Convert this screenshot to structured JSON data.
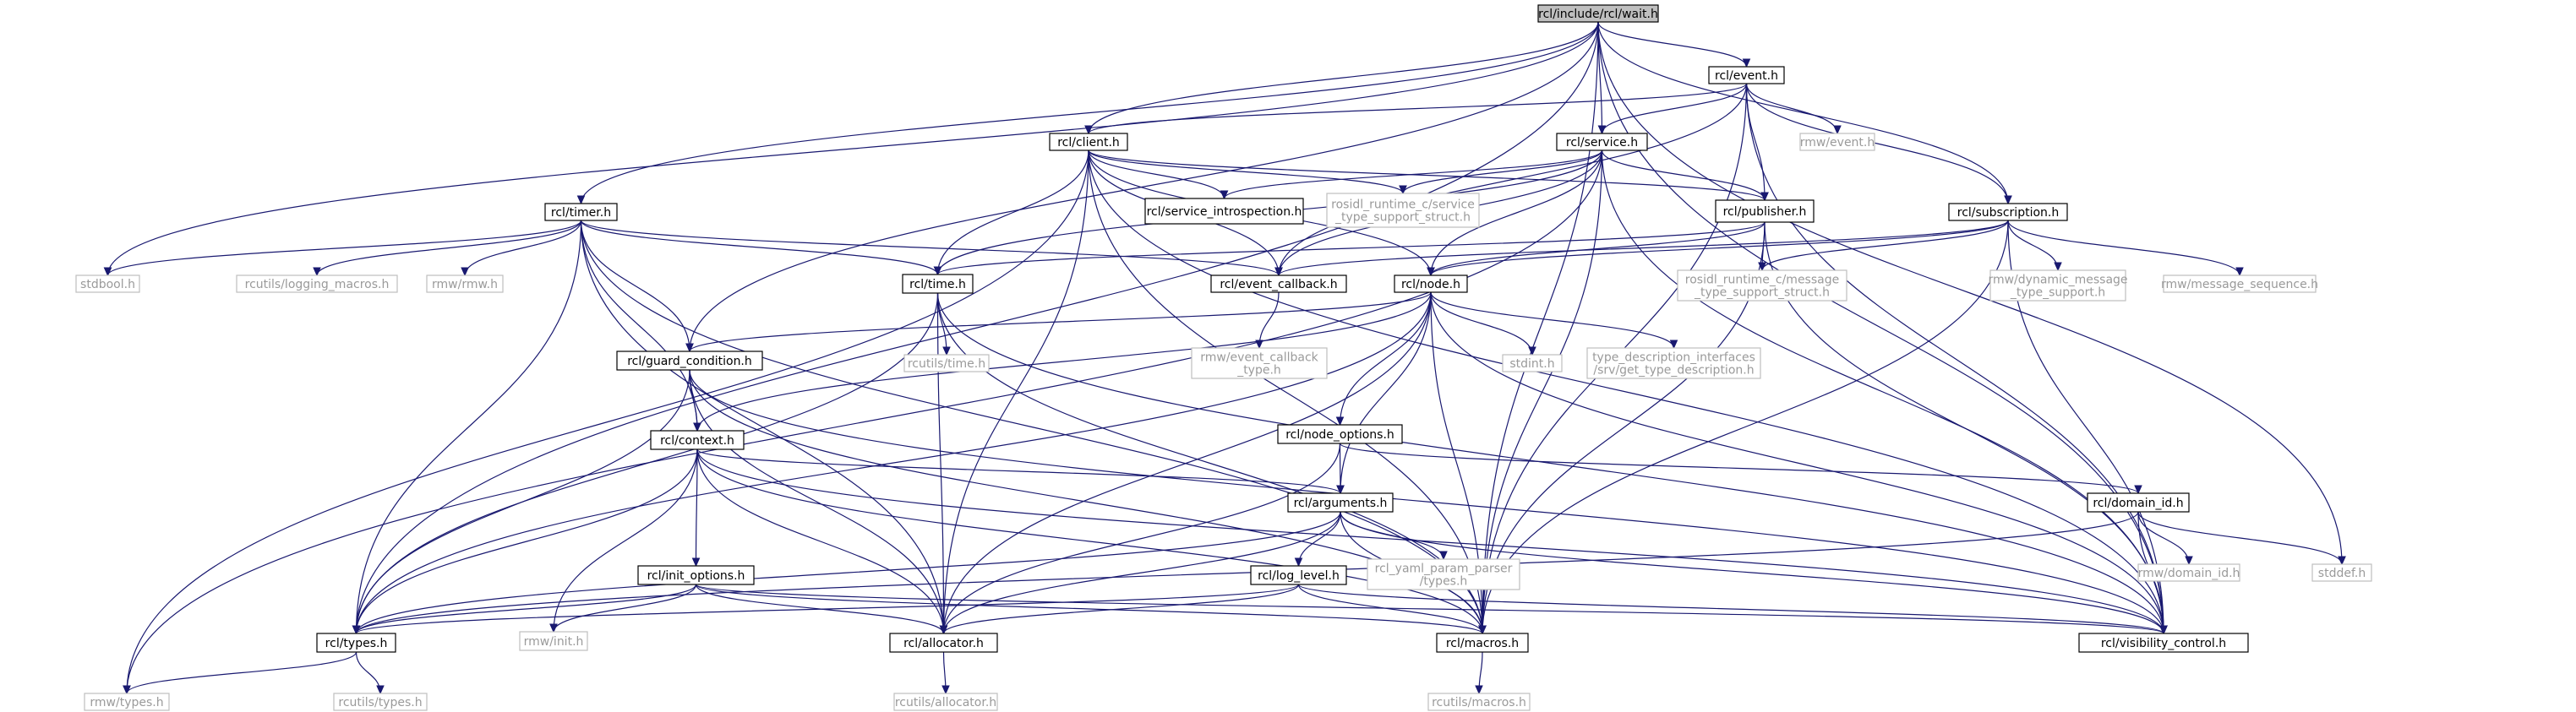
{
  "graph": {
    "root": "rcl/include/rcl/wait.h",
    "edge_color": "#191970",
    "nodes": {
      "wait": {
        "label": [
          "rcl/include/rcl/wait.h"
        ],
        "kind": "root"
      },
      "event": {
        "label": [
          "rcl/event.h"
        ],
        "kind": "internal"
      },
      "client": {
        "label": [
          "rcl/client.h"
        ],
        "kind": "internal"
      },
      "service": {
        "label": [
          "rcl/service.h"
        ],
        "kind": "internal"
      },
      "rmw_event": {
        "label": [
          "rmw/event.h"
        ],
        "kind": "external"
      },
      "timer": {
        "label": [
          "rcl/timer.h"
        ],
        "kind": "internal"
      },
      "service_introspection": {
        "label": [
          "rcl/service_introspection.h"
        ],
        "kind": "internal"
      },
      "rosidl_service": {
        "label": [
          "rosidl_runtime_c/service",
          "_type_support_struct.h"
        ],
        "kind": "external"
      },
      "publisher": {
        "label": [
          "rcl/publisher.h"
        ],
        "kind": "internal"
      },
      "subscription": {
        "label": [
          "rcl/subscription.h"
        ],
        "kind": "internal"
      },
      "stdbool": {
        "label": [
          "stdbool.h"
        ],
        "kind": "external"
      },
      "logging_macros": {
        "label": [
          "rcutils/logging_macros.h"
        ],
        "kind": "external"
      },
      "rmw_rmw": {
        "label": [
          "rmw/rmw.h"
        ],
        "kind": "external"
      },
      "time": {
        "label": [
          "rcl/time.h"
        ],
        "kind": "internal"
      },
      "event_callback": {
        "label": [
          "rcl/event_callback.h"
        ],
        "kind": "internal"
      },
      "node": {
        "label": [
          "rcl/node.h"
        ],
        "kind": "internal"
      },
      "rosidl_message": {
        "label": [
          "rosidl_runtime_c/message",
          "_type_support_struct.h"
        ],
        "kind": "external"
      },
      "rmw_dynamic": {
        "label": [
          "rmw/dynamic_message",
          "_type_support.h"
        ],
        "kind": "external"
      },
      "rmw_msg_seq": {
        "label": [
          "rmw/message_sequence.h"
        ],
        "kind": "external"
      },
      "rcutils_time": {
        "label": [
          "rcutils/time.h"
        ],
        "kind": "external"
      },
      "rmw_event_cb": {
        "label": [
          "rmw/event_callback",
          "_type.h"
        ],
        "kind": "external"
      },
      "guard_condition": {
        "label": [
          "rcl/guard_condition.h"
        ],
        "kind": "internal"
      },
      "stdint": {
        "label": [
          "stdint.h"
        ],
        "kind": "external"
      },
      "type_desc": {
        "label": [
          "type_description_interfaces",
          "/srv/get_type_description.h"
        ],
        "kind": "external"
      },
      "context": {
        "label": [
          "rcl/context.h"
        ],
        "kind": "internal"
      },
      "node_options": {
        "label": [
          "rcl/node_options.h"
        ],
        "kind": "internal"
      },
      "arguments": {
        "label": [
          "rcl/arguments.h"
        ],
        "kind": "internal"
      },
      "domain_id": {
        "label": [
          "rcl/domain_id.h"
        ],
        "kind": "internal"
      },
      "init_options": {
        "label": [
          "rcl/init_options.h"
        ],
        "kind": "internal"
      },
      "log_level": {
        "label": [
          "rcl/log_level.h"
        ],
        "kind": "internal"
      },
      "yaml": {
        "label": [
          "rcl_yaml_param_parser",
          "/types.h"
        ],
        "kind": "external"
      },
      "rmw_domain": {
        "label": [
          "rmw/domain_id.h"
        ],
        "kind": "external"
      },
      "stddef": {
        "label": [
          "stddef.h"
        ],
        "kind": "external"
      },
      "types": {
        "label": [
          "rcl/types.h"
        ],
        "kind": "internal"
      },
      "rmw_init": {
        "label": [
          "rmw/init.h"
        ],
        "kind": "external"
      },
      "allocator": {
        "label": [
          "rcl/allocator.h"
        ],
        "kind": "internal"
      },
      "macros": {
        "label": [
          "rcl/macros.h"
        ],
        "kind": "internal"
      },
      "visibility": {
        "label": [
          "rcl/visibility_control.h"
        ],
        "kind": "internal"
      },
      "rmw_types": {
        "label": [
          "rmw/types.h"
        ],
        "kind": "external"
      },
      "rcutils_types": {
        "label": [
          "rcutils/types.h"
        ],
        "kind": "external"
      },
      "rcutils_allocator": {
        "label": [
          "rcutils/allocator.h"
        ],
        "kind": "external"
      },
      "rcutils_macros": {
        "label": [
          "rcutils/macros.h"
        ],
        "kind": "external"
      }
    },
    "edges": [
      [
        "wait",
        "event"
      ],
      [
        "wait",
        "client"
      ],
      [
        "wait",
        "service"
      ],
      [
        "wait",
        "subscription"
      ],
      [
        "wait",
        "timer"
      ],
      [
        "wait",
        "guard_condition"
      ],
      [
        "wait",
        "types"
      ],
      [
        "wait",
        "stdbool"
      ],
      [
        "wait",
        "stddef"
      ],
      [
        "wait",
        "macros"
      ],
      [
        "wait",
        "visibility"
      ],
      [
        "event",
        "client"
      ],
      [
        "event",
        "service"
      ],
      [
        "event",
        "rmw_event"
      ],
      [
        "event",
        "publisher"
      ],
      [
        "event",
        "subscription"
      ],
      [
        "event",
        "event_callback"
      ],
      [
        "event",
        "macros"
      ],
      [
        "event",
        "visibility"
      ],
      [
        "client",
        "service_introspection"
      ],
      [
        "client",
        "rosidl_service"
      ],
      [
        "client",
        "publisher"
      ],
      [
        "client",
        "time"
      ],
      [
        "client",
        "event_callback"
      ],
      [
        "client",
        "node"
      ],
      [
        "client",
        "allocator"
      ],
      [
        "client",
        "rmw_types"
      ],
      [
        "client",
        "macros"
      ],
      [
        "client",
        "visibility"
      ],
      [
        "service",
        "service_introspection"
      ],
      [
        "service",
        "rosidl_service"
      ],
      [
        "service",
        "publisher"
      ],
      [
        "service",
        "time"
      ],
      [
        "service",
        "event_callback"
      ],
      [
        "service",
        "node"
      ],
      [
        "service",
        "rmw_types"
      ],
      [
        "service",
        "macros"
      ],
      [
        "service",
        "visibility"
      ],
      [
        "publisher",
        "rosidl_message"
      ],
      [
        "publisher",
        "time"
      ],
      [
        "publisher",
        "node"
      ],
      [
        "publisher",
        "macros"
      ],
      [
        "publisher",
        "visibility"
      ],
      [
        "subscription",
        "node"
      ],
      [
        "subscription",
        "rosidl_message"
      ],
      [
        "subscription",
        "rmw_dynamic"
      ],
      [
        "subscription",
        "rmw_msg_seq"
      ],
      [
        "subscription",
        "event_callback"
      ],
      [
        "subscription",
        "macros"
      ],
      [
        "subscription",
        "visibility"
      ],
      [
        "timer",
        "stdbool"
      ],
      [
        "timer",
        "logging_macros"
      ],
      [
        "timer",
        "rmw_rmw"
      ],
      [
        "timer",
        "time"
      ],
      [
        "timer",
        "event_callback"
      ],
      [
        "timer",
        "guard_condition"
      ],
      [
        "timer",
        "context"
      ],
      [
        "timer",
        "types"
      ],
      [
        "timer",
        "allocator"
      ],
      [
        "timer",
        "macros"
      ],
      [
        "time",
        "rcutils_time"
      ],
      [
        "time",
        "types"
      ],
      [
        "time",
        "allocator"
      ],
      [
        "time",
        "macros"
      ],
      [
        "time",
        "visibility"
      ],
      [
        "event_callback",
        "rmw_event_cb"
      ],
      [
        "node",
        "guard_condition"
      ],
      [
        "node",
        "stdint"
      ],
      [
        "node",
        "type_desc"
      ],
      [
        "node",
        "context"
      ],
      [
        "node",
        "node_options"
      ],
      [
        "node",
        "arguments"
      ],
      [
        "node",
        "types"
      ],
      [
        "node",
        "allocator"
      ],
      [
        "node",
        "macros"
      ],
      [
        "node",
        "visibility"
      ],
      [
        "guard_condition",
        "context"
      ],
      [
        "guard_condition",
        "types"
      ],
      [
        "guard_condition",
        "allocator"
      ],
      [
        "guard_condition",
        "macros"
      ],
      [
        "guard_condition",
        "visibility"
      ],
      [
        "context",
        "arguments"
      ],
      [
        "context",
        "init_options"
      ],
      [
        "context",
        "rmw_init"
      ],
      [
        "context",
        "types"
      ],
      [
        "context",
        "allocator"
      ],
      [
        "context",
        "macros"
      ],
      [
        "context",
        "visibility"
      ],
      [
        "node_options",
        "arguments"
      ],
      [
        "node_options",
        "domain_id"
      ],
      [
        "node_options",
        "allocator"
      ],
      [
        "arguments",
        "log_level"
      ],
      [
        "arguments",
        "yaml"
      ],
      [
        "arguments",
        "types"
      ],
      [
        "arguments",
        "allocator"
      ],
      [
        "arguments",
        "macros"
      ],
      [
        "arguments",
        "visibility"
      ],
      [
        "domain_id",
        "rmw_domain"
      ],
      [
        "domain_id",
        "stddef"
      ],
      [
        "domain_id",
        "visibility"
      ],
      [
        "domain_id",
        "types"
      ],
      [
        "init_options",
        "rmw_init"
      ],
      [
        "init_options",
        "types"
      ],
      [
        "init_options",
        "allocator"
      ],
      [
        "init_options",
        "macros"
      ],
      [
        "init_options",
        "visibility"
      ],
      [
        "log_level",
        "types"
      ],
      [
        "log_level",
        "allocator"
      ],
      [
        "log_level",
        "macros"
      ],
      [
        "log_level",
        "visibility"
      ],
      [
        "types",
        "rmw_types"
      ],
      [
        "types",
        "rcutils_types"
      ],
      [
        "allocator",
        "rcutils_allocator"
      ],
      [
        "macros",
        "rcutils_macros"
      ]
    ]
  }
}
